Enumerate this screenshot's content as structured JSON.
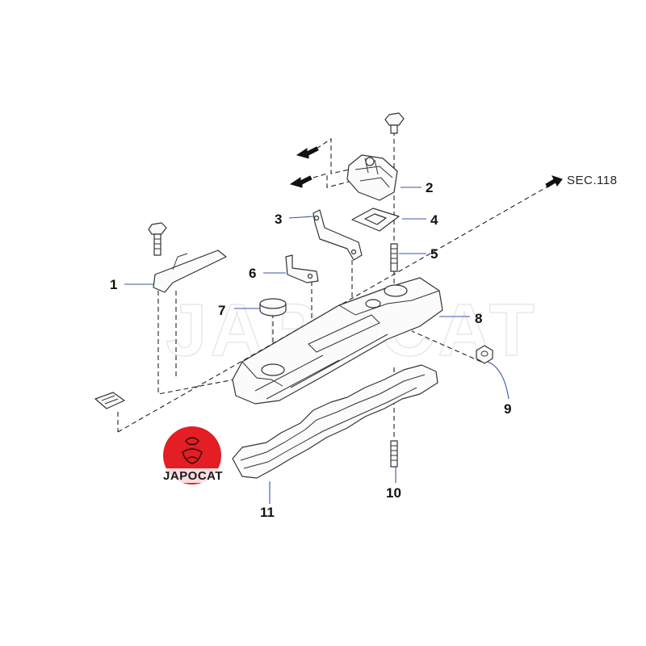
{
  "watermark": "JAPOCAT",
  "logo": {
    "text": "JAPOCAT",
    "color": "#e31e24"
  },
  "reference": {
    "label": "SEC.118"
  },
  "callouts": [
    {
      "id": "1",
      "label": "1"
    },
    {
      "id": "2",
      "label": "2"
    },
    {
      "id": "3",
      "label": "3"
    },
    {
      "id": "4",
      "label": "4"
    },
    {
      "id": "5",
      "label": "5"
    },
    {
      "id": "6",
      "label": "6"
    },
    {
      "id": "7",
      "label": "7"
    },
    {
      "id": "8",
      "label": "8"
    },
    {
      "id": "9",
      "label": "9"
    },
    {
      "id": "10",
      "label": "10"
    },
    {
      "id": "11",
      "label": "11"
    }
  ],
  "colors": {
    "line": "#333333",
    "leader": "#3b56a8",
    "background": "#ffffff",
    "logo_red": "#e31e24"
  }
}
